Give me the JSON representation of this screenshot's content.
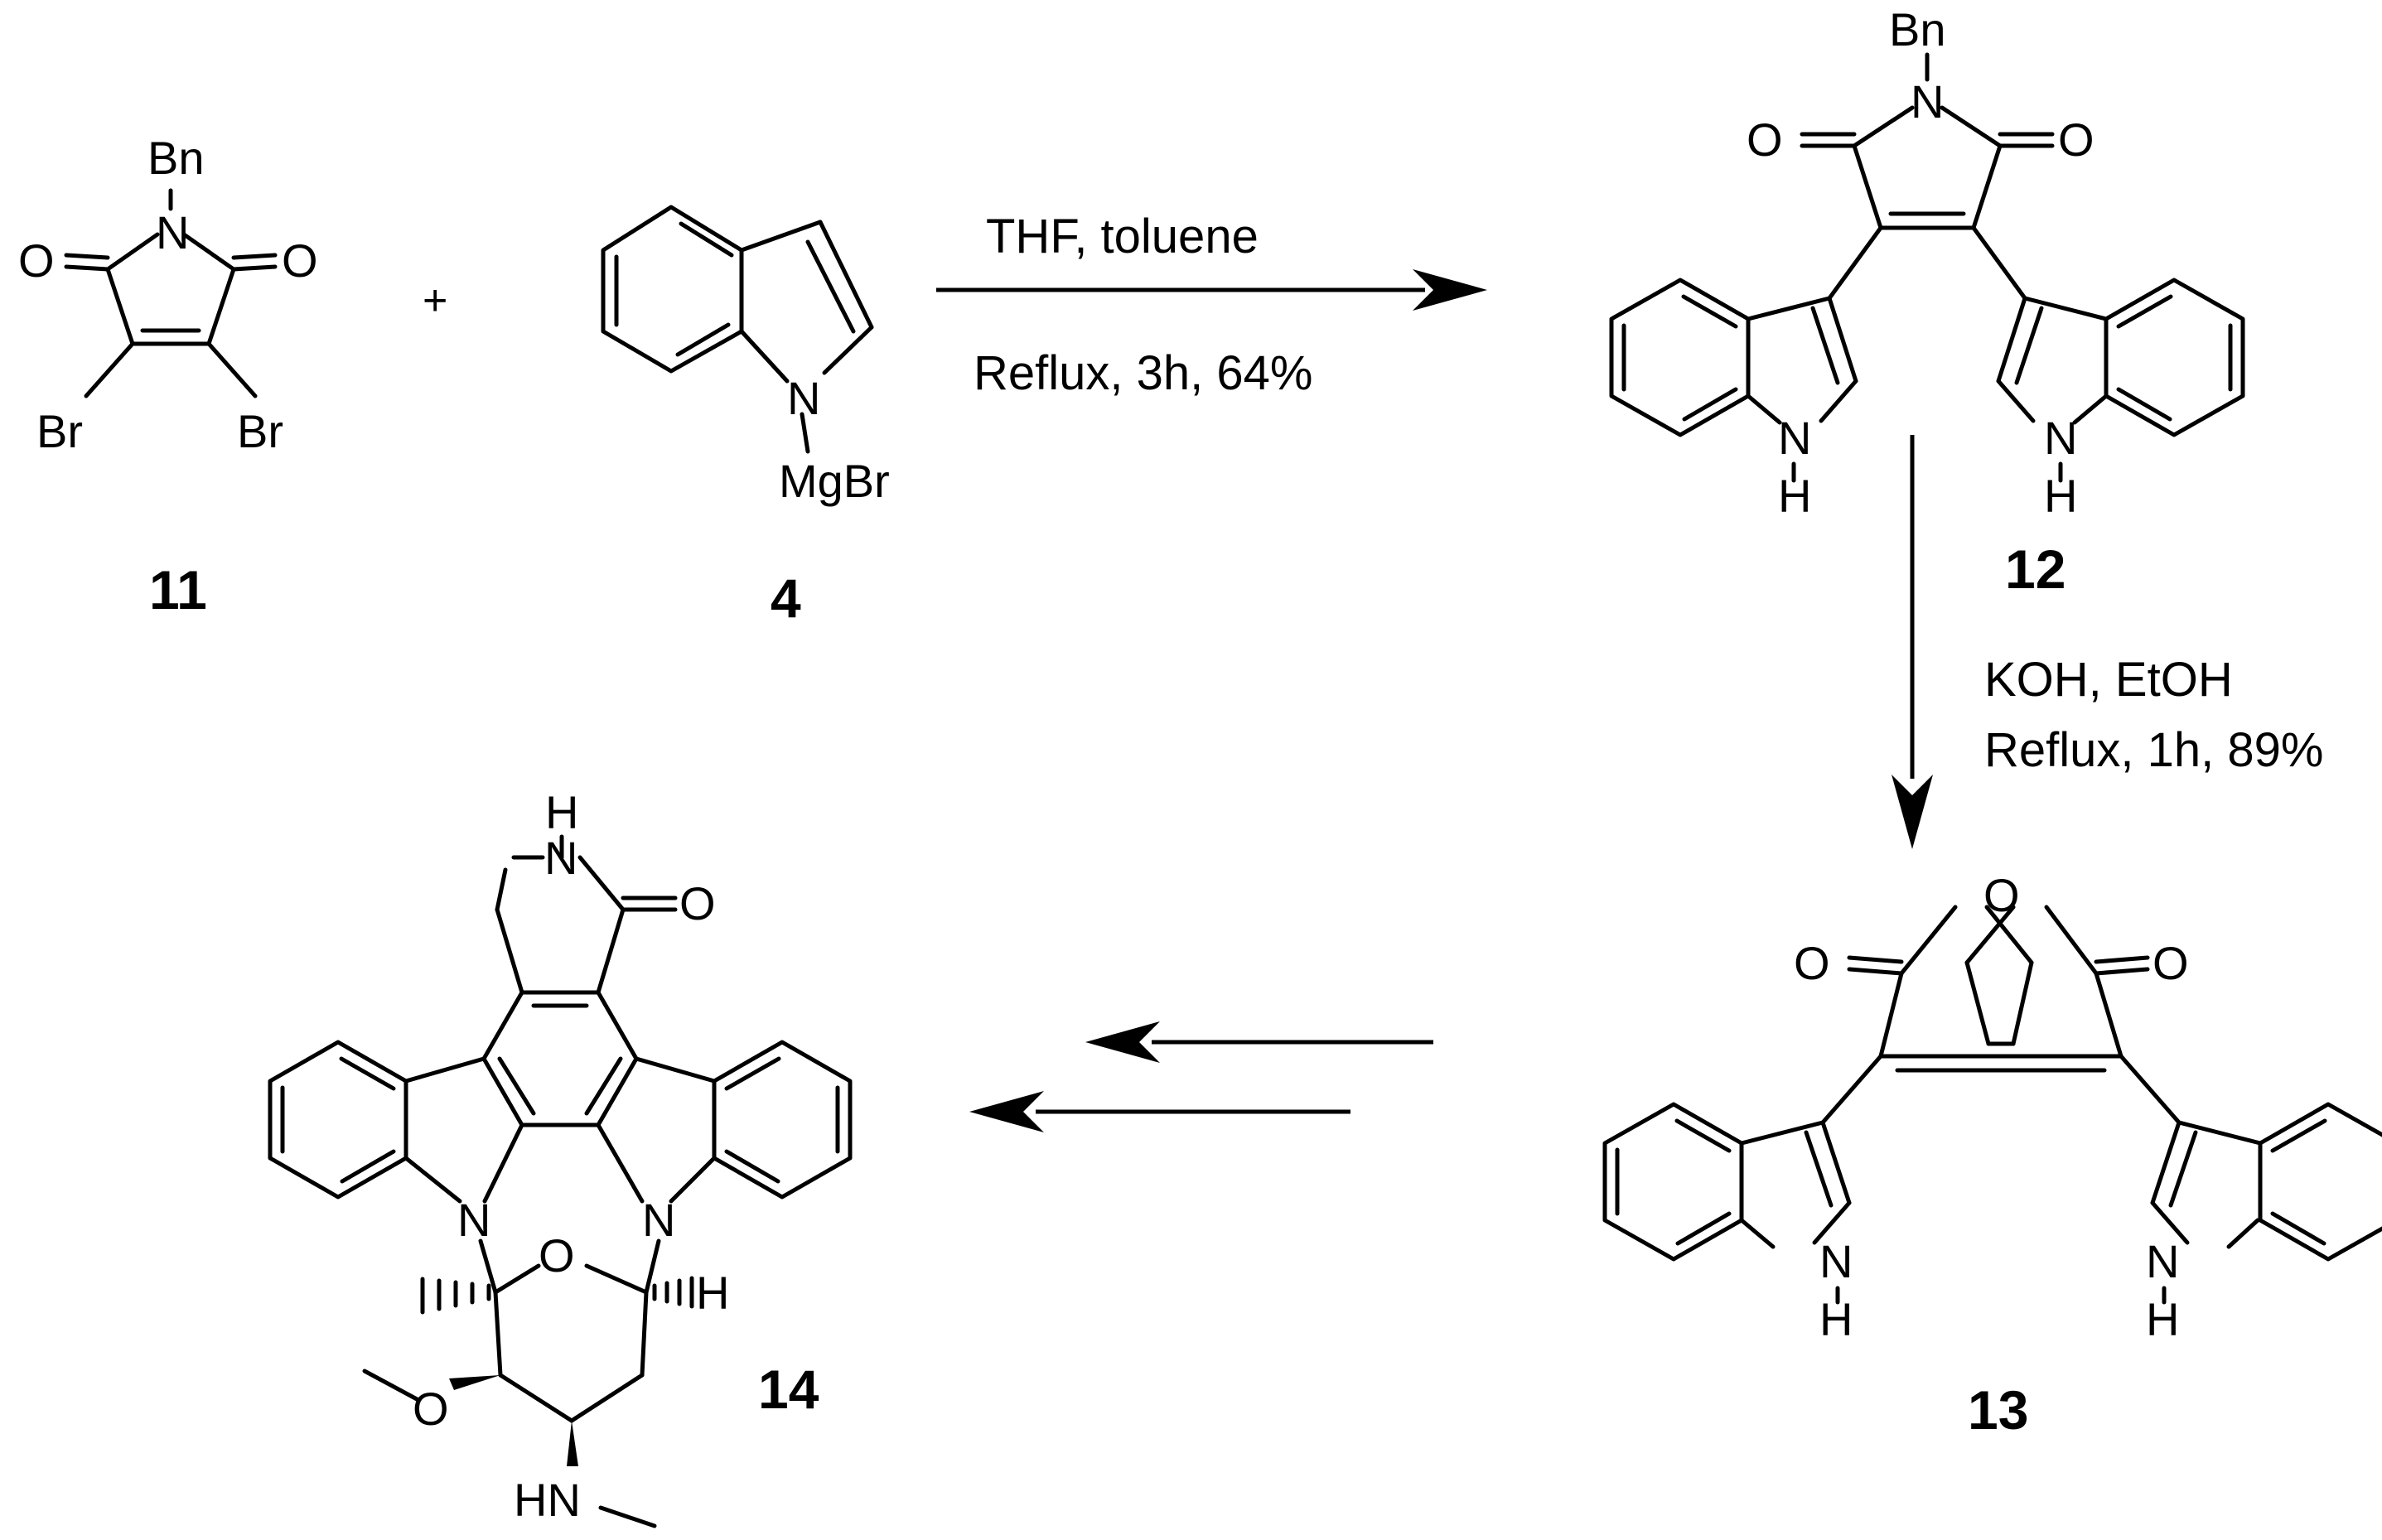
{
  "atoms": {
    "bn": "Bn",
    "n": "N",
    "o": "O",
    "br": "Br",
    "mgbr": "MgBr",
    "h": "H",
    "hn": "HN",
    "plus": "+"
  },
  "compounds": {
    "c11": "11",
    "c4": "4",
    "c12": "12",
    "c13": "13",
    "c14": "14"
  },
  "conditions": {
    "step1_top": "THF,  toluene",
    "step1_bottom": "Reflux, 3h, 64%",
    "step2_top": "KOH, EtOH",
    "step2_bottom": "Reflux, 1h, 89%"
  }
}
